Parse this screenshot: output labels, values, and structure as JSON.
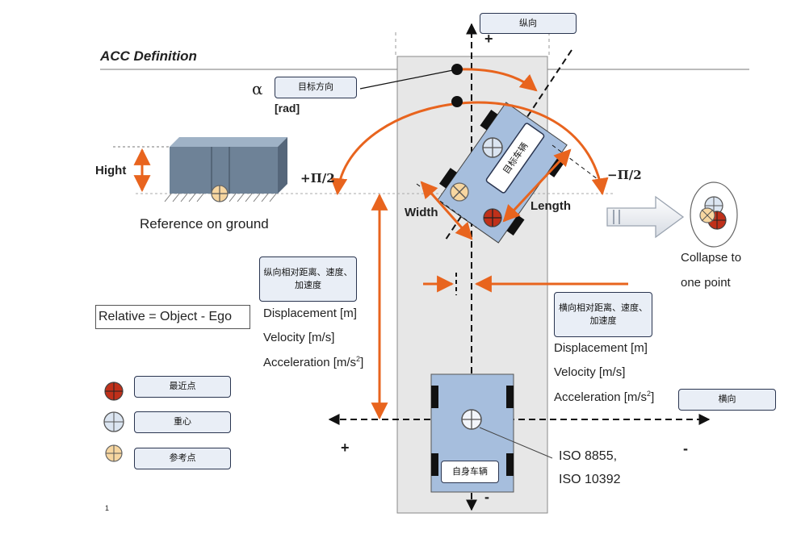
{
  "title": "ACC Definition",
  "labels": {
    "alpha": "α",
    "rad": "[rad]",
    "plus_half_pi": "+Π/2",
    "minus_half_pi": "−Π/2",
    "hight": "Hight",
    "reference_on_ground": "Reference on ground",
    "width": "Width",
    "length": "Length",
    "collapse": "Collapse to",
    "one_point": "one point",
    "relative": "Relative = Object - Ego",
    "iso_1": "ISO 8855,",
    "iso_2": "ISO 10392",
    "plus_top": "+",
    "minus_bottom": "-",
    "plus_left": "+",
    "minus_right": "-",
    "page_number": "1"
  },
  "boxes": {
    "longitudinal": "纵向",
    "target_direction": "目标方向",
    "target_vehicle": "目标车辆",
    "ego_vehicle": "自身车辆",
    "lateral": "横向",
    "lon_relative": "纵向相对距离、速度、加速度",
    "lat_relative": "横向相对距离、速度、加速度",
    "nearest_point": "最近点",
    "center_of_gravity": "重心",
    "reference_point": "参考点"
  },
  "quantities_left": {
    "displacement": "Displacement [m]",
    "velocity": "Velocity [m/s]",
    "acceleration": "Acceleration [m/s",
    "exp": "2",
    "close": "]"
  },
  "quantities_right": {
    "displacement": "Displacement [m]",
    "velocity": "Velocity [m/s]",
    "acceleration": "Acceleration [m/s",
    "exp": "2",
    "close": "]"
  },
  "colors": {
    "orange": "#e8641e",
    "vehicle_fill": "#a6bedd",
    "lane_fill": "#e7e7e7",
    "nearest_red": "#c0301a",
    "cog_blue": "#dbe5f1",
    "ref_yellow": "#f7d6a0",
    "block_front": "#6e8297"
  }
}
